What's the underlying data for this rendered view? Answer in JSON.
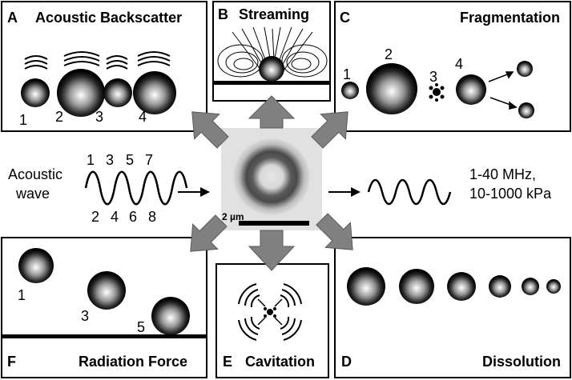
{
  "panels": {
    "a": {
      "letter": "A",
      "title": "Acoustic Backscatter",
      "labels": [
        "1",
        "2",
        "3",
        "4"
      ]
    },
    "b": {
      "letter": "B",
      "title": "Streaming"
    },
    "c": {
      "letter": "C",
      "title": "Fragmentation",
      "labels": [
        "1",
        "2",
        "3",
        "4"
      ]
    },
    "d": {
      "letter": "D",
      "title": "Dissolution"
    },
    "e": {
      "letter": "E",
      "title": "Cavitation"
    },
    "f": {
      "letter": "F",
      "title": "Radiation Force",
      "labels": [
        "1",
        "3",
        "5"
      ]
    }
  },
  "center": {
    "input_label_line1": "Acoustic",
    "input_label_line2": "wave",
    "wave_top_numbers": [
      "1",
      "3",
      "5",
      "7"
    ],
    "wave_bottom_numbers": [
      "2",
      "4",
      "6",
      "8"
    ],
    "scale_bar_label": "2 µm",
    "output_line1": "1-40 MHz,",
    "output_line2": "10-1000 kPa"
  },
  "colors": {
    "arrow_fill": "#808080",
    "outline": "#000000"
  }
}
